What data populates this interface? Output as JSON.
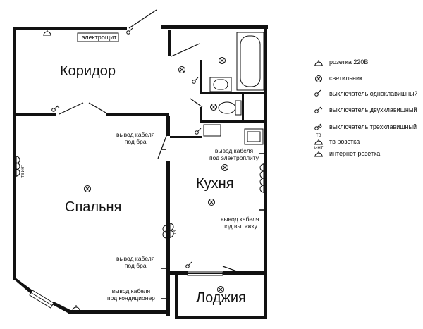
{
  "rooms": {
    "corridor": "Коридор",
    "bedroom": "Спальня",
    "kitchen": "Кухня",
    "loggia": "Лоджия"
  },
  "panel_label": "электрощит",
  "notes": {
    "bedroom_bra_top": [
      "вывод кабеля",
      "под бра"
    ],
    "bedroom_bra_bottom": [
      "вывод кабеля",
      "под бра"
    ],
    "conditioner": [
      "вывод кабеля",
      "под кондиционер"
    ],
    "stove": [
      "вывод кабеля",
      "под электроплиту"
    ],
    "hood": [
      "вывод кабеля",
      "под вытяжку"
    ]
  },
  "socket_marks": {
    "tv": "ТВ",
    "internet": "ИНТ",
    "bedroom_group": "ТВ ИНТ",
    "bedroom_mid": "ТВ"
  },
  "legend": [
    {
      "icon": "socket-220v-icon",
      "text": "розетка 220В"
    },
    {
      "icon": "light-fixture-icon",
      "text": "светильник"
    },
    {
      "icon": "single-switch-icon",
      "text": "выключатель одноклавишный"
    },
    {
      "icon": "double-switch-icon",
      "text": "выключатель двухклавишный"
    },
    {
      "icon": "triple-switch-icon",
      "text": "выключатель трехклавишный"
    },
    {
      "icon": "tv-socket-icon",
      "text": "тв розетка"
    },
    {
      "icon": "internet-socket-icon",
      "text": "интернет розетка"
    }
  ]
}
